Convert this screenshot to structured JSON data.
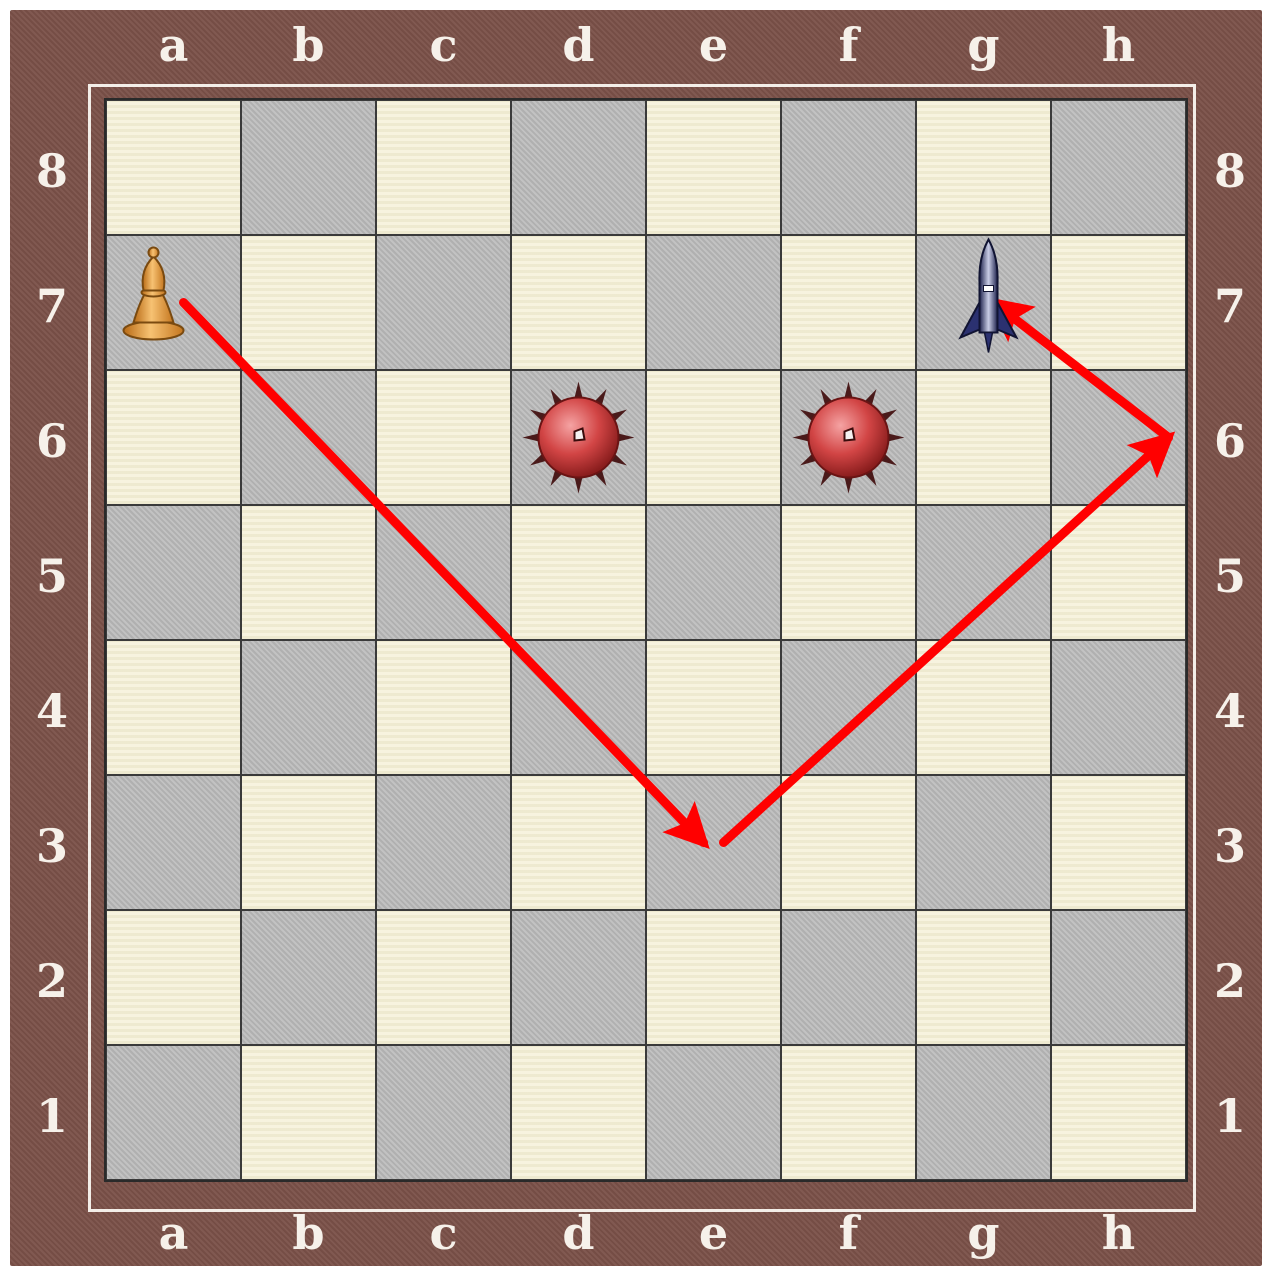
{
  "title_fragment": "",
  "files": [
    "a",
    "b",
    "c",
    "d",
    "e",
    "f",
    "g",
    "h"
  ],
  "ranks": [
    "8",
    "7",
    "6",
    "5",
    "4",
    "3",
    "2",
    "1"
  ],
  "pieces": [
    {
      "name": "bishop",
      "square": "a7",
      "color": "#e39a3b"
    },
    {
      "name": "rocket",
      "square": "g7",
      "color": "#2b3170"
    },
    {
      "name": "mine",
      "square": "d6",
      "color": "#d24545"
    },
    {
      "name": "mine",
      "square": "f6",
      "color": "#d24545"
    }
  ],
  "arrows": [
    {
      "from": "a7",
      "to": "e3",
      "color": "#ff0000"
    },
    {
      "from": "e3",
      "to": "h6",
      "color": "#ff0000"
    },
    {
      "from": "h6",
      "to": "g7",
      "color": "#ff0000"
    }
  ]
}
